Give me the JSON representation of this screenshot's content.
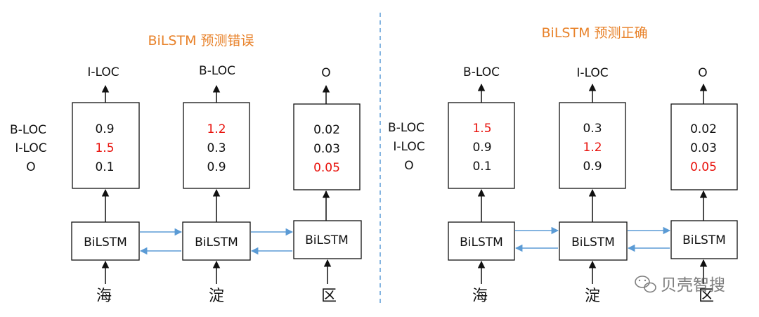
{
  "colors": {
    "title": "#e8822a",
    "highlight": "#e8120c",
    "text": "#111111",
    "arrow_blue": "#5b9bd5",
    "divider": "#5b9bd5"
  },
  "row_labels": [
    "B-LOC",
    "I-LOC",
    "O"
  ],
  "panels": [
    {
      "title": "BiLSTM 预测错误",
      "columns": [
        {
          "output": "I-LOC",
          "scores": [
            "0.9",
            "1.5",
            "0.1"
          ],
          "max_index": 1,
          "cell": "BiLSTM",
          "input": "海"
        },
        {
          "output": "B-LOC",
          "scores": [
            "1.2",
            "0.3",
            "0.9"
          ],
          "max_index": 0,
          "cell": "BiLSTM",
          "input": "淀"
        },
        {
          "output": "O",
          "scores": [
            "0.02",
            "0.03",
            "0.05"
          ],
          "max_index": 2,
          "cell": "BiLSTM",
          "input": "区"
        }
      ]
    },
    {
      "title": "BiLSTM 预测正确",
      "columns": [
        {
          "output": "B-LOC",
          "scores": [
            "1.5",
            "0.9",
            "0.1"
          ],
          "max_index": 0,
          "cell": "BiLSTM",
          "input": "海"
        },
        {
          "output": "I-LOC",
          "scores": [
            "0.3",
            "1.2",
            "0.9"
          ],
          "max_index": 1,
          "cell": "BiLSTM",
          "input": "淀"
        },
        {
          "output": "O",
          "scores": [
            "0.02",
            "0.03",
            "0.05"
          ],
          "max_index": 2,
          "cell": "BiLSTM",
          "input": "区"
        }
      ]
    }
  ],
  "watermark": {
    "icon": "wechat-icon",
    "text": "贝壳智搜"
  }
}
